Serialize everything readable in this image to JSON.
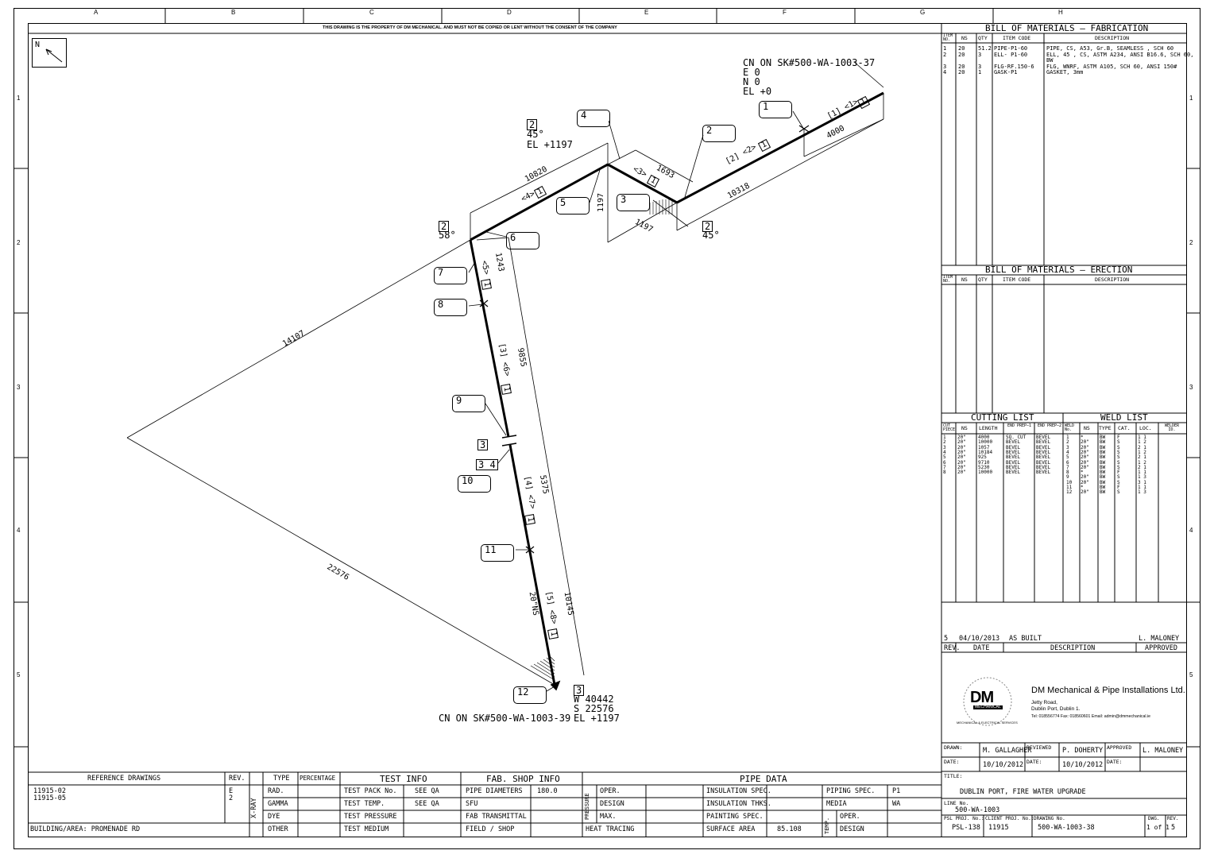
{
  "property_notice": "THIS DRAWING IS THE PROPERTY OF DM MECHANICAL. AND MUST NOT BE COPIED OR LENT WITHOUT THE CONSENT OF THE COMPANY",
  "border": {
    "columns": [
      "A",
      "B",
      "C",
      "D",
      "E",
      "F",
      "G",
      "H"
    ],
    "rows": [
      "1",
      "2",
      "3",
      "4",
      "5"
    ]
  },
  "north": "N",
  "iso": {
    "connection_top": [
      "CN ON SK#500-WA-1003-37",
      "E 0",
      "N 0",
      "EL +0"
    ],
    "connection_bottom": "CN ON SK#500-WA-1003-39",
    "coords_bottom": [
      "W 40442",
      "S 22576",
      "EL +1197"
    ],
    "callouts": [
      "1",
      "2",
      "3",
      "4",
      "5",
      "6",
      "7",
      "8",
      "9",
      "10",
      "11",
      "12"
    ],
    "weld_box_3": "3",
    "weld_box_34": "3 4",
    "bend_top": {
      "num": "2",
      "angle": "45°",
      "el": "EL +1197"
    },
    "bend_left": {
      "num": "2",
      "angle": "58°"
    },
    "bend_right": {
      "num": "2",
      "angle": "45°"
    },
    "end_box": "3",
    "dims": {
      "d4000": "4000",
      "d10318": "10318",
      "d1693": "1693",
      "d1197a": "1197",
      "d1197b": "1197",
      "d10820": "10820",
      "d1243": "1243",
      "d9855": "9855",
      "d5375": "5375",
      "d10145": "10145",
      "d14107": "14107",
      "d22576": "22576"
    },
    "segment_labels": {
      "s1": "[1] <1>",
      "s1box": "1",
      "s2": "[2] <2>",
      "s2box": "1",
      "s3": "<3>",
      "s3box": "1",
      "s4": "<4>",
      "s4box": "1",
      "s5": "<5>",
      "s5box": "1",
      "s6": "[3] <6>",
      "s6box": "1",
      "s7": "[4] <7>",
      "s7box": "1",
      "s8": "[5] <8>",
      "s8box": "1"
    },
    "ns_label": "20\"NS"
  },
  "bom_fab": {
    "title": "BILL OF MATERIALS  —  FABRICATION",
    "headers": [
      "ITEM NO.",
      "NS",
      "QTY",
      "ITEM CODE",
      "DESCRIPTION"
    ],
    "rows": [
      {
        "item": "1",
        "ns": "20",
        "qty": "51.2",
        "code": "PIPE-P1-60",
        "desc": "PIPE, CS, A53, Gr.B, SEAMLESS , SCH 60"
      },
      {
        "item": "2",
        "ns": "20",
        "qty": "3",
        "code": "ELL- P1-60",
        "desc": "ELL, 45 , CS, ASTM A234, ANSI B16.6, SCH 60,"
      },
      {
        "item": "",
        "ns": "",
        "qty": "",
        "code": "",
        "desc": "BW"
      },
      {
        "item": "3",
        "ns": "20",
        "qty": "3",
        "code": "FLG-RF.150-6",
        "desc": "FLG, WNRF, ASTM A105, SCH 60, ANSI 150#"
      },
      {
        "item": "4",
        "ns": "20",
        "qty": "1",
        "code": "GASK-P1",
        "desc": "GASKET, 3mm"
      }
    ]
  },
  "bom_erect": {
    "title": "BILL OF MATERIALS  —  ERECTION",
    "headers": [
      "ITEM NO.",
      "NS",
      "QTY",
      "ITEM CODE",
      "DESCRIPTION"
    ]
  },
  "cutting": {
    "title": "CUTTING LIST",
    "headers": [
      "CUT PIECE",
      "NS",
      "LENGTH",
      "END PREP—1",
      "END PREP—2"
    ],
    "rows": [
      [
        "1",
        "20\"",
        "4000",
        "SQ. CUT",
        "BEVEL"
      ],
      [
        "2",
        "20\"",
        "10000",
        "BEVEL",
        "BEVEL"
      ],
      [
        "3",
        "20\"",
        "1057",
        "BEVEL",
        "BEVEL"
      ],
      [
        "4",
        "20\"",
        "10184",
        "BEVEL",
        "BEVEL"
      ],
      [
        "5",
        "20\"",
        "925",
        "BEVEL",
        "BEVEL"
      ],
      [
        "6",
        "20\"",
        "9710",
        "BEVEL",
        "BEVEL"
      ],
      [
        "7",
        "20\"",
        "5230",
        "BEVEL",
        "BEVEL"
      ],
      [
        "8",
        "20\"",
        "10000",
        "BEVEL",
        "BEVEL"
      ]
    ]
  },
  "weld": {
    "title": "WELD LIST",
    "headers": [
      "WELD No.",
      "NS",
      "TYPE",
      "CAT.",
      "LOC.",
      "WELDER ID."
    ],
    "rows": [
      [
        "1",
        "*",
        "BW",
        "F",
        "1 1"
      ],
      [
        "2",
        "20\"",
        "BW",
        "S",
        "1 2"
      ],
      [
        "3",
        "20\"",
        "BW",
        "S",
        "2 1"
      ],
      [
        "4",
        "20\"",
        "BW",
        "S",
        "1 2"
      ],
      [
        "5",
        "20\"",
        "BW",
        "S",
        "2 1"
      ],
      [
        "6",
        "20\"",
        "BW",
        "S",
        "1 2"
      ],
      [
        "7",
        "20\"",
        "BW",
        "S",
        "2 1"
      ],
      [
        "8",
        "*",
        "BW",
        "F",
        "1 1"
      ],
      [
        "9",
        "20\"",
        "BW",
        "S",
        "1 3"
      ],
      [
        "10",
        "20\"",
        "BW",
        "S",
        "3 1"
      ],
      [
        "11",
        "*",
        "BW",
        "F",
        "1 1"
      ],
      [
        "12",
        "20\"",
        "BW",
        "S",
        "1 3"
      ]
    ]
  },
  "revision": {
    "rev": "5",
    "date": "04/10/2013",
    "desc": "AS BUILT",
    "approved": "L. MALONEY",
    "headers": [
      "REV.",
      "DATE",
      "DESCRIPTION",
      "APPROVED"
    ]
  },
  "company": {
    "name": "DM Mechanical & Pipe Installations Ltd.",
    "addr1": "Jetty Road,",
    "addr2": "Dublin Port, Dublin 1.",
    "contact": "Tel: 018556774   Fax: 018560601   Email: admin@dmmechanical.ie",
    "logo_text": "DM",
    "logo_sub": "MECHANICAL",
    "logo_band": "MECHANICAL & ELECTRICAL SERVICES"
  },
  "signoff": {
    "drawn_label": "DRAWN:",
    "drawn": "M. GALLAGHER",
    "reviewed_label": "REVIEWED",
    "reviewed": "P. DOHERTY",
    "approved_label": "APPROVED",
    "approved": "L. MALONEY",
    "date_label": "DATE:",
    "date1": "10/10/2012",
    "date2": "10/10/2012"
  },
  "title_block": {
    "title_label": "TITLE:",
    "title": "DUBLIN PORT, FIRE WATER UPGRADE",
    "line_label": "LINE No.",
    "line": "500-WA-1003",
    "psl_label": "PSL PROJ. No.:",
    "psl": "PSL-138",
    "client_label": "CLIENT PROJ. No.:",
    "client": "11915",
    "drawing_label": "DRAWING No.",
    "drawing": "500-WA-1003-38",
    "dwg_label": "DWG.",
    "dwg": "1 of 1",
    "rev_label": "REV.",
    "rev": "5"
  },
  "bottom": {
    "ref_title": "REFERENCE DRAWINGS",
    "rev_title": "REV.",
    "refs": [
      "11915-02",
      "11915-05"
    ],
    "ref_revs": [
      "E",
      "2"
    ],
    "building": "BUILDING/AREA:  PROMENADE RD",
    "xray": "X-RAY",
    "type_title": "TYPE",
    "pct_title": "PERCENTAGE",
    "types": [
      "RAD.",
      "GAMMA",
      "DYE",
      "OTHER"
    ],
    "test_title": "TEST INFO",
    "test_rows": [
      [
        "TEST PACK No.",
        "SEE QA"
      ],
      [
        "TEST TEMP.",
        "SEE QA"
      ],
      [
        "TEST PRESSURE",
        ""
      ],
      [
        "TEST MEDIUM",
        ""
      ]
    ],
    "fab_title": "FAB. SHOP INFO",
    "fab_rows": [
      [
        "PIPE DIAMETERS",
        "180.0"
      ],
      [
        "SFU",
        ""
      ],
      [
        "FAB TRANSMITTAL",
        ""
      ],
      [
        "FIELD / SHOP",
        ""
      ]
    ],
    "pipe_title": "PIPE DATA",
    "pressure": "PRESSURE",
    "pressure_rows": [
      "OPER.",
      "DESIGN",
      "MAX."
    ],
    "heat": "HEAT TRACING",
    "ins_rows": [
      [
        "INSULATION SPEC.",
        ""
      ],
      [
        "INSULATION THKS.",
        ""
      ],
      [
        "PAINTING SPEC.",
        ""
      ],
      [
        "SURFACE AREA",
        "85.108"
      ]
    ],
    "spec_rows": [
      [
        "PIPING SPEC.",
        "P1"
      ],
      [
        "MEDIA",
        "WA"
      ]
    ],
    "temp": "TEMP.",
    "temp_rows": [
      "OPER.",
      "DESIGN"
    ]
  }
}
